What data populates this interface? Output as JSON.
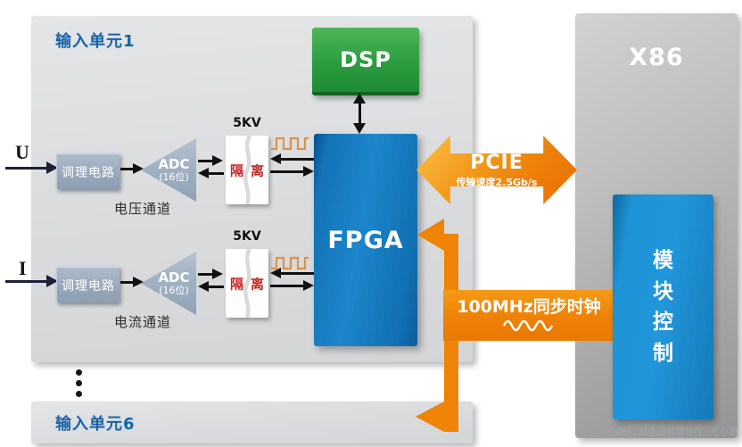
{
  "unit1": {
    "title": "输入单元1",
    "rows": [
      {
        "input_label": "U",
        "conditioning_label": "调理电路",
        "adc_label": "ADC",
        "adc_sub": "(16位)",
        "channel_label": "电压通道",
        "isolation_voltage": "5KV",
        "isolation_left": "隔",
        "isolation_right": "离"
      },
      {
        "input_label": "I",
        "conditioning_label": "调理电路",
        "adc_label": "ADC",
        "adc_sub": "(16位)",
        "channel_label": "电流通道",
        "isolation_voltage": "5KV",
        "isolation_left": "隔",
        "isolation_right": "离"
      }
    ]
  },
  "processors": {
    "dsp": "DSP",
    "fpga": "FPGA"
  },
  "pcie": {
    "label": "PCIE",
    "speed": "传输速度2.5Gb/s"
  },
  "x86": {
    "title": "X86",
    "module_control": "模块控制"
  },
  "sync_clock": {
    "label": "100MHz同步时钟"
  },
  "unit6": {
    "title": "输入单元6"
  },
  "watermark": "www.diangon.com",
  "colors": {
    "fpga_blue": "#1373b6",
    "dsp_green": "#2d9c40",
    "module_blue": "#1e93d6",
    "clock_orange": "#ee8306",
    "pcie_orange": "#f08a12",
    "unit_title_blue": "#1563a9",
    "isolation_red": "#c22525",
    "panel_gray": "#dadbdd",
    "x86_gray": "#b0b0b0"
  }
}
